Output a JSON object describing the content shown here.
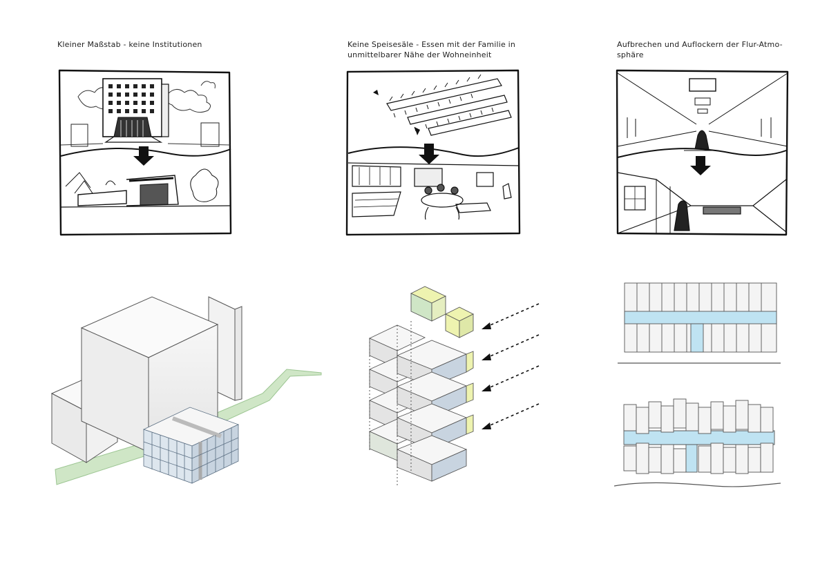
{
  "captions": {
    "small_scale": "Kleiner Maßstab - keine Institutionen",
    "no_dining_halls_line1": "Keine Speisesäle - Essen mit der Familie in",
    "no_dining_halls_line2": "unmittelbarer Nähe der Wohneinheit",
    "corridor_line1": "Aufbrechen und Auflockern der Flur-Atmo-",
    "corridor_line2": "sphäre"
  },
  "colors": {
    "ink": "#111111",
    "green": "#cfe6c6",
    "green_edge": "#9cc592",
    "yellow": "#eef3b0",
    "corridor_blue": "#bfe3f2",
    "block_fill": "#f4f4f4",
    "block_edge": "#555555",
    "facade_blue": "#c8d4e0"
  },
  "icons": {
    "sketch_arrow": "down-arrow-icon",
    "dashed_arrows": "dashed-arrow-icon"
  }
}
